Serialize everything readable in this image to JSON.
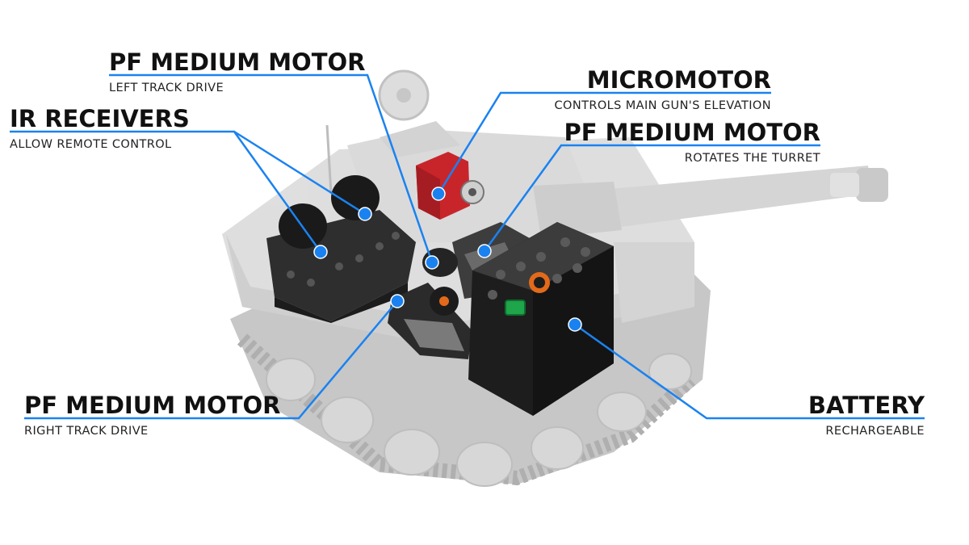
{
  "accent_color": "#1a82f0",
  "callouts": {
    "left_track": {
      "title": "PF MEDIUM MOTOR",
      "subtitle": "LEFT TRACK DRIVE"
    },
    "micromotor": {
      "title": "MICROMOTOR",
      "subtitle": "CONTROLS MAIN GUN'S ELEVATION"
    },
    "ir_receivers": {
      "title": "IR RECEIVERS",
      "subtitle": "ALLOW REMOTE CONTROL"
    },
    "turret": {
      "title": "PF MEDIUM MOTOR",
      "subtitle": "ROTATES THE TURRET"
    },
    "right_track": {
      "title": "PF MEDIUM MOTOR",
      "subtitle": "RIGHT TRACK DRIVE"
    },
    "battery": {
      "title": "BATTERY",
      "subtitle": "RECHARGEABLE"
    }
  }
}
